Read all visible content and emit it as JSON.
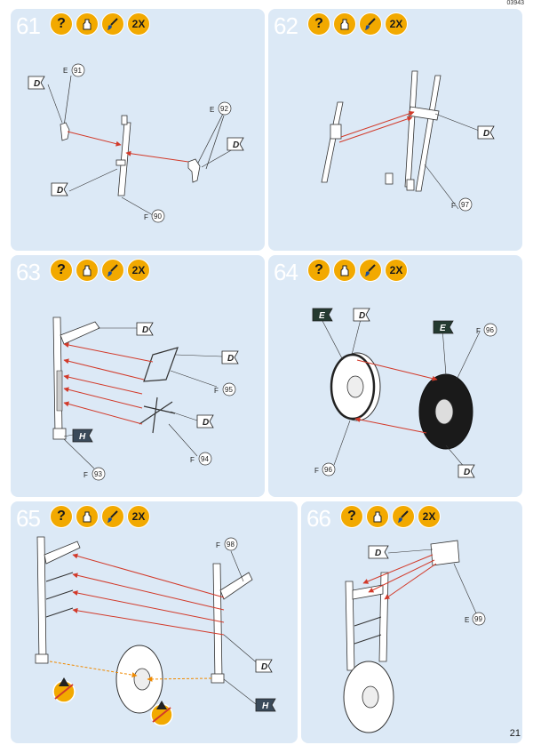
{
  "document_code": "03943",
  "page_number": "21",
  "icon_legend": {
    "help": "?",
    "repeat": "2X"
  },
  "colors": {
    "panel": "#dce9f6",
    "icon": "#f2a900",
    "arrow": "#d23a2a",
    "part_dark": "#1a1a1a"
  },
  "steps": [
    {
      "number": "61",
      "icons": [
        "help-icon",
        "glue-icon",
        "paint-brush-icon",
        "repeat-icon"
      ],
      "flags": [
        "D",
        "D",
        "D"
      ],
      "parts": [
        {
          "sprue": "E",
          "num": "91"
        },
        {
          "sprue": "E",
          "num": "92"
        },
        {
          "sprue": "F",
          "num": "90"
        }
      ]
    },
    {
      "number": "62",
      "icons": [
        "help-icon",
        "glue-icon",
        "paint-brush-icon",
        "repeat-icon"
      ],
      "flags": [
        "D"
      ],
      "parts": [
        {
          "sprue": "F",
          "num": "97"
        }
      ]
    },
    {
      "number": "63",
      "icons": [
        "help-icon",
        "glue-icon",
        "paint-brush-icon",
        "repeat-icon"
      ],
      "flags": [
        "D",
        "D",
        "D",
        "H"
      ],
      "parts": [
        {
          "sprue": "F",
          "num": "95"
        },
        {
          "sprue": "F",
          "num": "94"
        },
        {
          "sprue": "F",
          "num": "93"
        }
      ]
    },
    {
      "number": "64",
      "icons": [
        "help-icon",
        "glue-icon",
        "paint-brush-icon",
        "repeat-icon"
      ],
      "flags": [
        "E",
        "D",
        "E",
        "D"
      ],
      "parts": [
        {
          "sprue": "F",
          "num": "96"
        },
        {
          "sprue": "F",
          "num": "96"
        }
      ]
    },
    {
      "number": "65",
      "icons": [
        "help-icon",
        "glue-icon",
        "paint-brush-icon",
        "repeat-icon"
      ],
      "flags": [
        "D",
        "H"
      ],
      "parts": [
        {
          "sprue": "F",
          "num": "98"
        }
      ]
    },
    {
      "number": "66",
      "icons": [
        "help-icon",
        "glue-icon",
        "paint-brush-icon",
        "repeat-icon"
      ],
      "flags": [
        "D"
      ],
      "parts": [
        {
          "sprue": "E",
          "num": "99"
        }
      ]
    }
  ]
}
